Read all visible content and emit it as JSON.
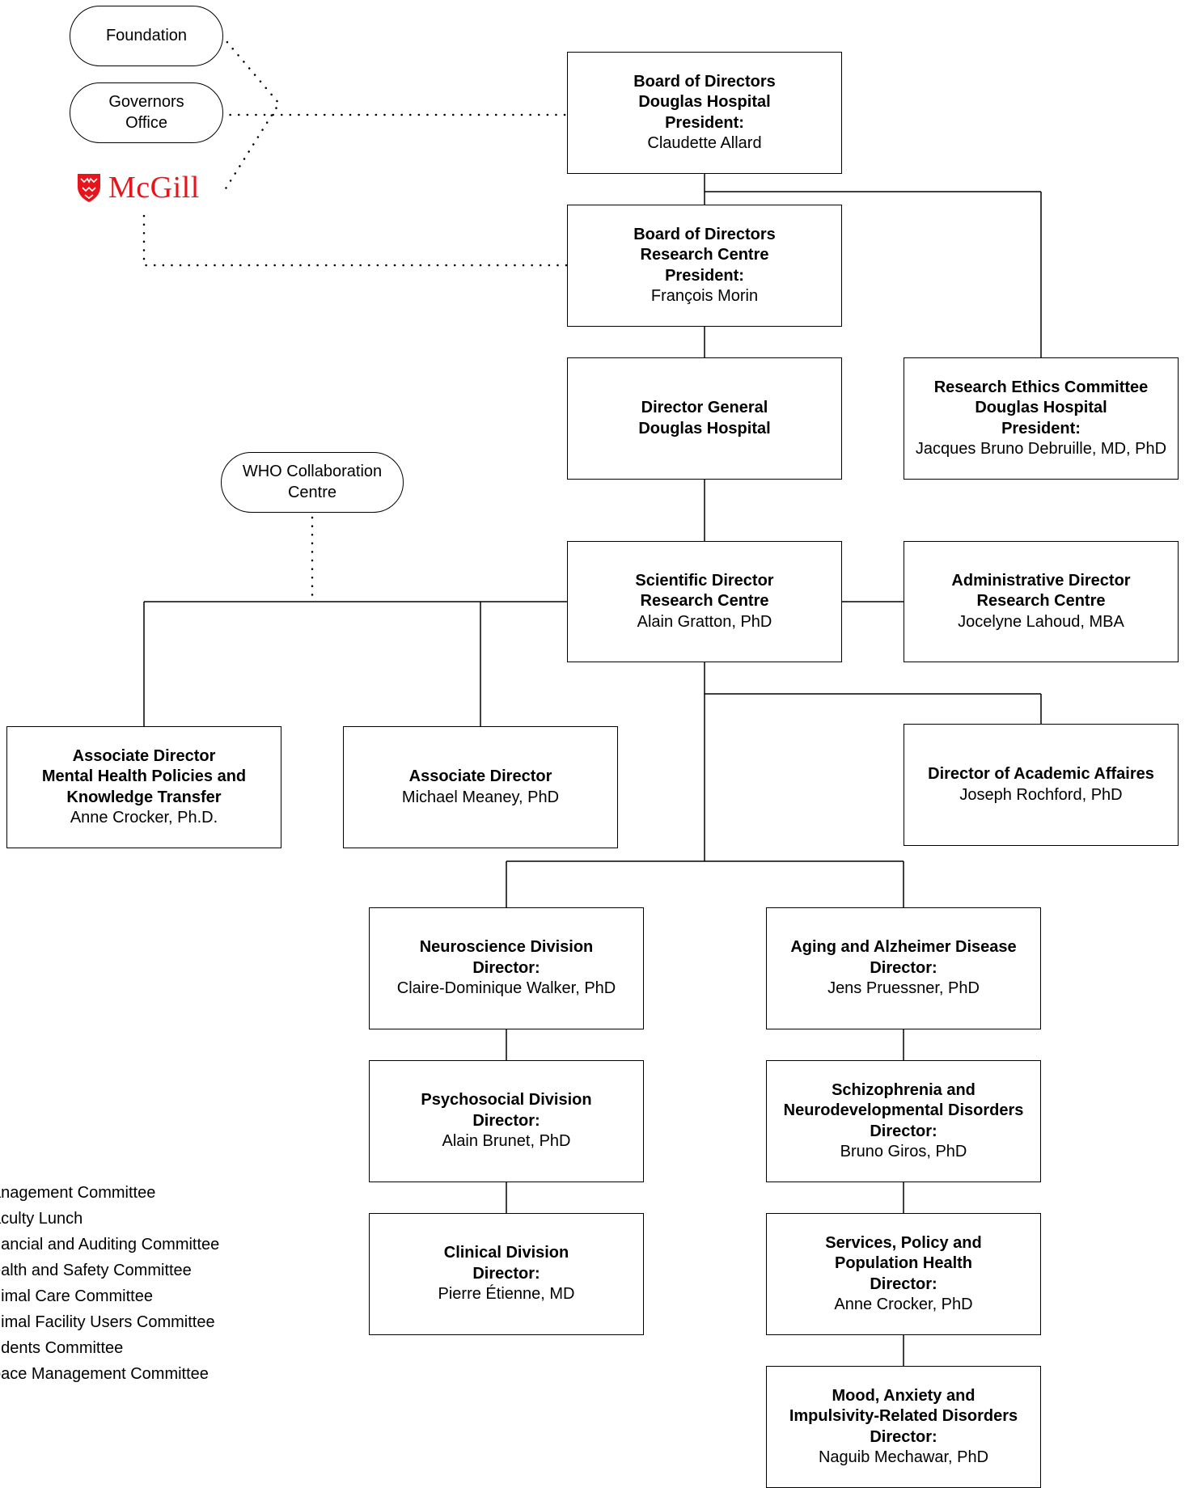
{
  "side_entities": {
    "foundation": "Foundation",
    "governors": [
      "Governors",
      "Office"
    ],
    "university": "McGill",
    "who": [
      "WHO Collaboration",
      "Centre"
    ]
  },
  "boxes": {
    "board_hospital": {
      "lines": [
        "Board of Directors",
        "Douglas Hospital",
        "President:"
      ],
      "name": "Claudette Allard"
    },
    "board_research": {
      "lines": [
        "Board of Directors",
        "Research Centre",
        "President:"
      ],
      "name": "François Morin"
    },
    "director_general": {
      "lines": [
        "Director General",
        "Douglas Hospital"
      ]
    },
    "ethics": {
      "lines": [
        "Research Ethics Committee",
        "Douglas Hospital",
        "President:"
      ],
      "name": "Jacques Bruno Debruille, MD, PhD"
    },
    "scientific": {
      "lines": [
        "Scientific Director",
        "Research Centre"
      ],
      "name": "Alain Gratton, PhD"
    },
    "administrative": {
      "lines": [
        "Administrative Director",
        "Research Centre"
      ],
      "name": "Jocelyne Lahoud, MBA"
    },
    "assoc_policies": {
      "lines": [
        "Associate Director",
        "Mental Health Policies and",
        "Knowledge Transfer"
      ],
      "name": "Anne Crocker, Ph.D."
    },
    "assoc_meaney": {
      "lines": [
        "Associate Director"
      ],
      "name": "Michael Meaney, PhD"
    },
    "academic": {
      "lines": [
        "Director of Academic Affaires"
      ],
      "name": "Joseph Rochford, PhD"
    },
    "neuroscience": {
      "lines": [
        "Neuroscience Division",
        "Director:"
      ],
      "name": "Claire-Dominique Walker, PhD"
    },
    "psychosocial": {
      "lines": [
        "Psychosocial Division",
        "Director:"
      ],
      "name": "Alain Brunet, PhD"
    },
    "clinical": {
      "lines": [
        "Clinical Division",
        "Director:"
      ],
      "name": "Pierre Étienne, MD"
    },
    "aging": {
      "lines": [
        "Aging and Alzheimer Disease",
        "Director:"
      ],
      "name": "Jens Pruessner, PhD"
    },
    "schizophrenia": {
      "lines": [
        "Schizophrenia and",
        "Neurodevelopmental Disorders",
        "Director:"
      ],
      "name": "Bruno Giros, PhD"
    },
    "services": {
      "lines": [
        "Services, Policy and",
        "Population Health",
        "Director:"
      ],
      "name": "Anne Crocker, PhD"
    },
    "mood": {
      "lines": [
        "Mood, Anxiety and",
        "Impulsivity-Related Disorders",
        "Director:"
      ],
      "name": "Naguib Mechawar, PhD"
    }
  },
  "committees": [
    "anagement Committee",
    "aculty Lunch",
    "nancial and Auditing Committee",
    "ealth and Safety Committee",
    "nimal Care Committee",
    "nimal Facility Users Committee",
    "udents Committee",
    "pace Management Committee"
  ],
  "colors": {
    "line": "#000000",
    "logo_red": "#e8141b",
    "background": "#ffffff"
  }
}
